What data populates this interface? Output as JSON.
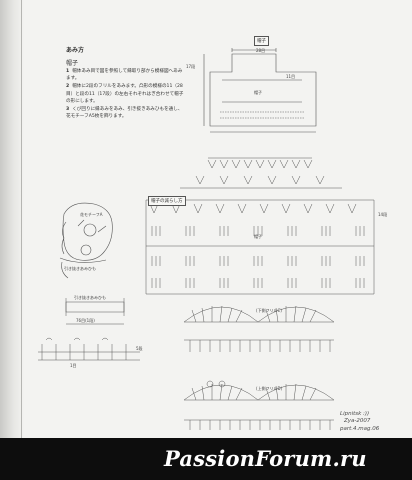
{
  "heading": {
    "title": "あみ方",
    "subtitle": "帽子"
  },
  "steps": [
    {
      "num": "1",
      "text": "帽体あみ目で図を参照して縁取り部から模様図へあみます。"
    },
    {
      "num": "2",
      "text": "帽体に2段のフリルをあみます。凸形の模様の11（28目）と段の11（17段）の左右それぞれはぎ合わせて帽子の形にします。"
    },
    {
      "num": "3",
      "text": "くび回りに縁あみをあみ、引き抜きあみひもを通し、花モチーフA5枚を飾ります。"
    }
  ],
  "labels": {
    "hat_box": "帽子",
    "hat_decrease_box": "帽子の減らし方",
    "hat_area_label": "帽子",
    "flower_motif": "花モチーフA",
    "cord_label": "引き抜きあみひも",
    "edge_a": "(下側フリルC)",
    "edge_b": "(上側フリルD)",
    "count_28": "28目",
    "count_17": "17段",
    "count_11": "11目",
    "count_14": "14段",
    "count_76": "76目(1段)",
    "count_1": "1目",
    "count_5": "5段"
  },
  "watermark": {
    "line1": "Lipnitsk :))",
    "line2": "Zya-2007",
    "line3": "part.4.mag.06"
  },
  "footer": {
    "site": "PassionForum.ru"
  }
}
